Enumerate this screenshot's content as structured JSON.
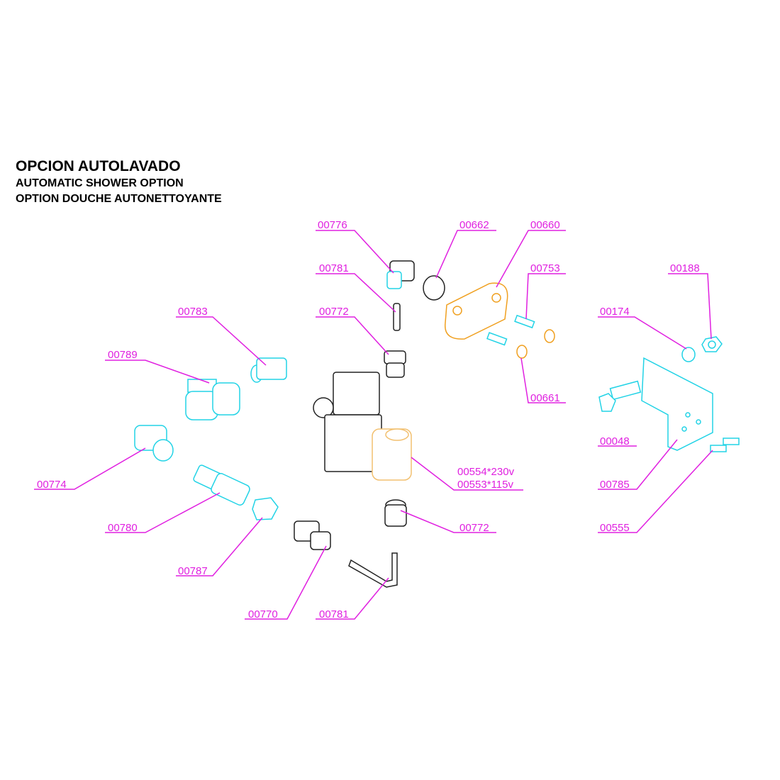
{
  "title": {
    "es": "OPCION AUTOLAVADO",
    "en": "AUTOMATIC SHOWER OPTION",
    "fr": "OPTION DOUCHE AUTONETTOYANTE"
  },
  "colors": {
    "leader": "#e020e0",
    "part_cyan": "#22d3e6",
    "part_orange": "#f0a020",
    "part_black": "#222222"
  },
  "labels": [
    {
      "id": "00776"
    },
    {
      "id": "00662"
    },
    {
      "id": "00660"
    },
    {
      "id": "00781"
    },
    {
      "id": "00753"
    },
    {
      "id": "00188"
    },
    {
      "id": "00783"
    },
    {
      "id": "00772"
    },
    {
      "id": "00174"
    },
    {
      "id": "00789"
    },
    {
      "id": "00661"
    },
    {
      "id": "00048"
    },
    {
      "id": "00774"
    },
    {
      "id": "00554*230v"
    },
    {
      "id": "00553*115v"
    },
    {
      "id": "00785"
    },
    {
      "id": "00780"
    },
    {
      "id": "00772"
    },
    {
      "id": "00555"
    },
    {
      "id": "00787"
    },
    {
      "id": "00770"
    },
    {
      "id": "00781"
    }
  ]
}
